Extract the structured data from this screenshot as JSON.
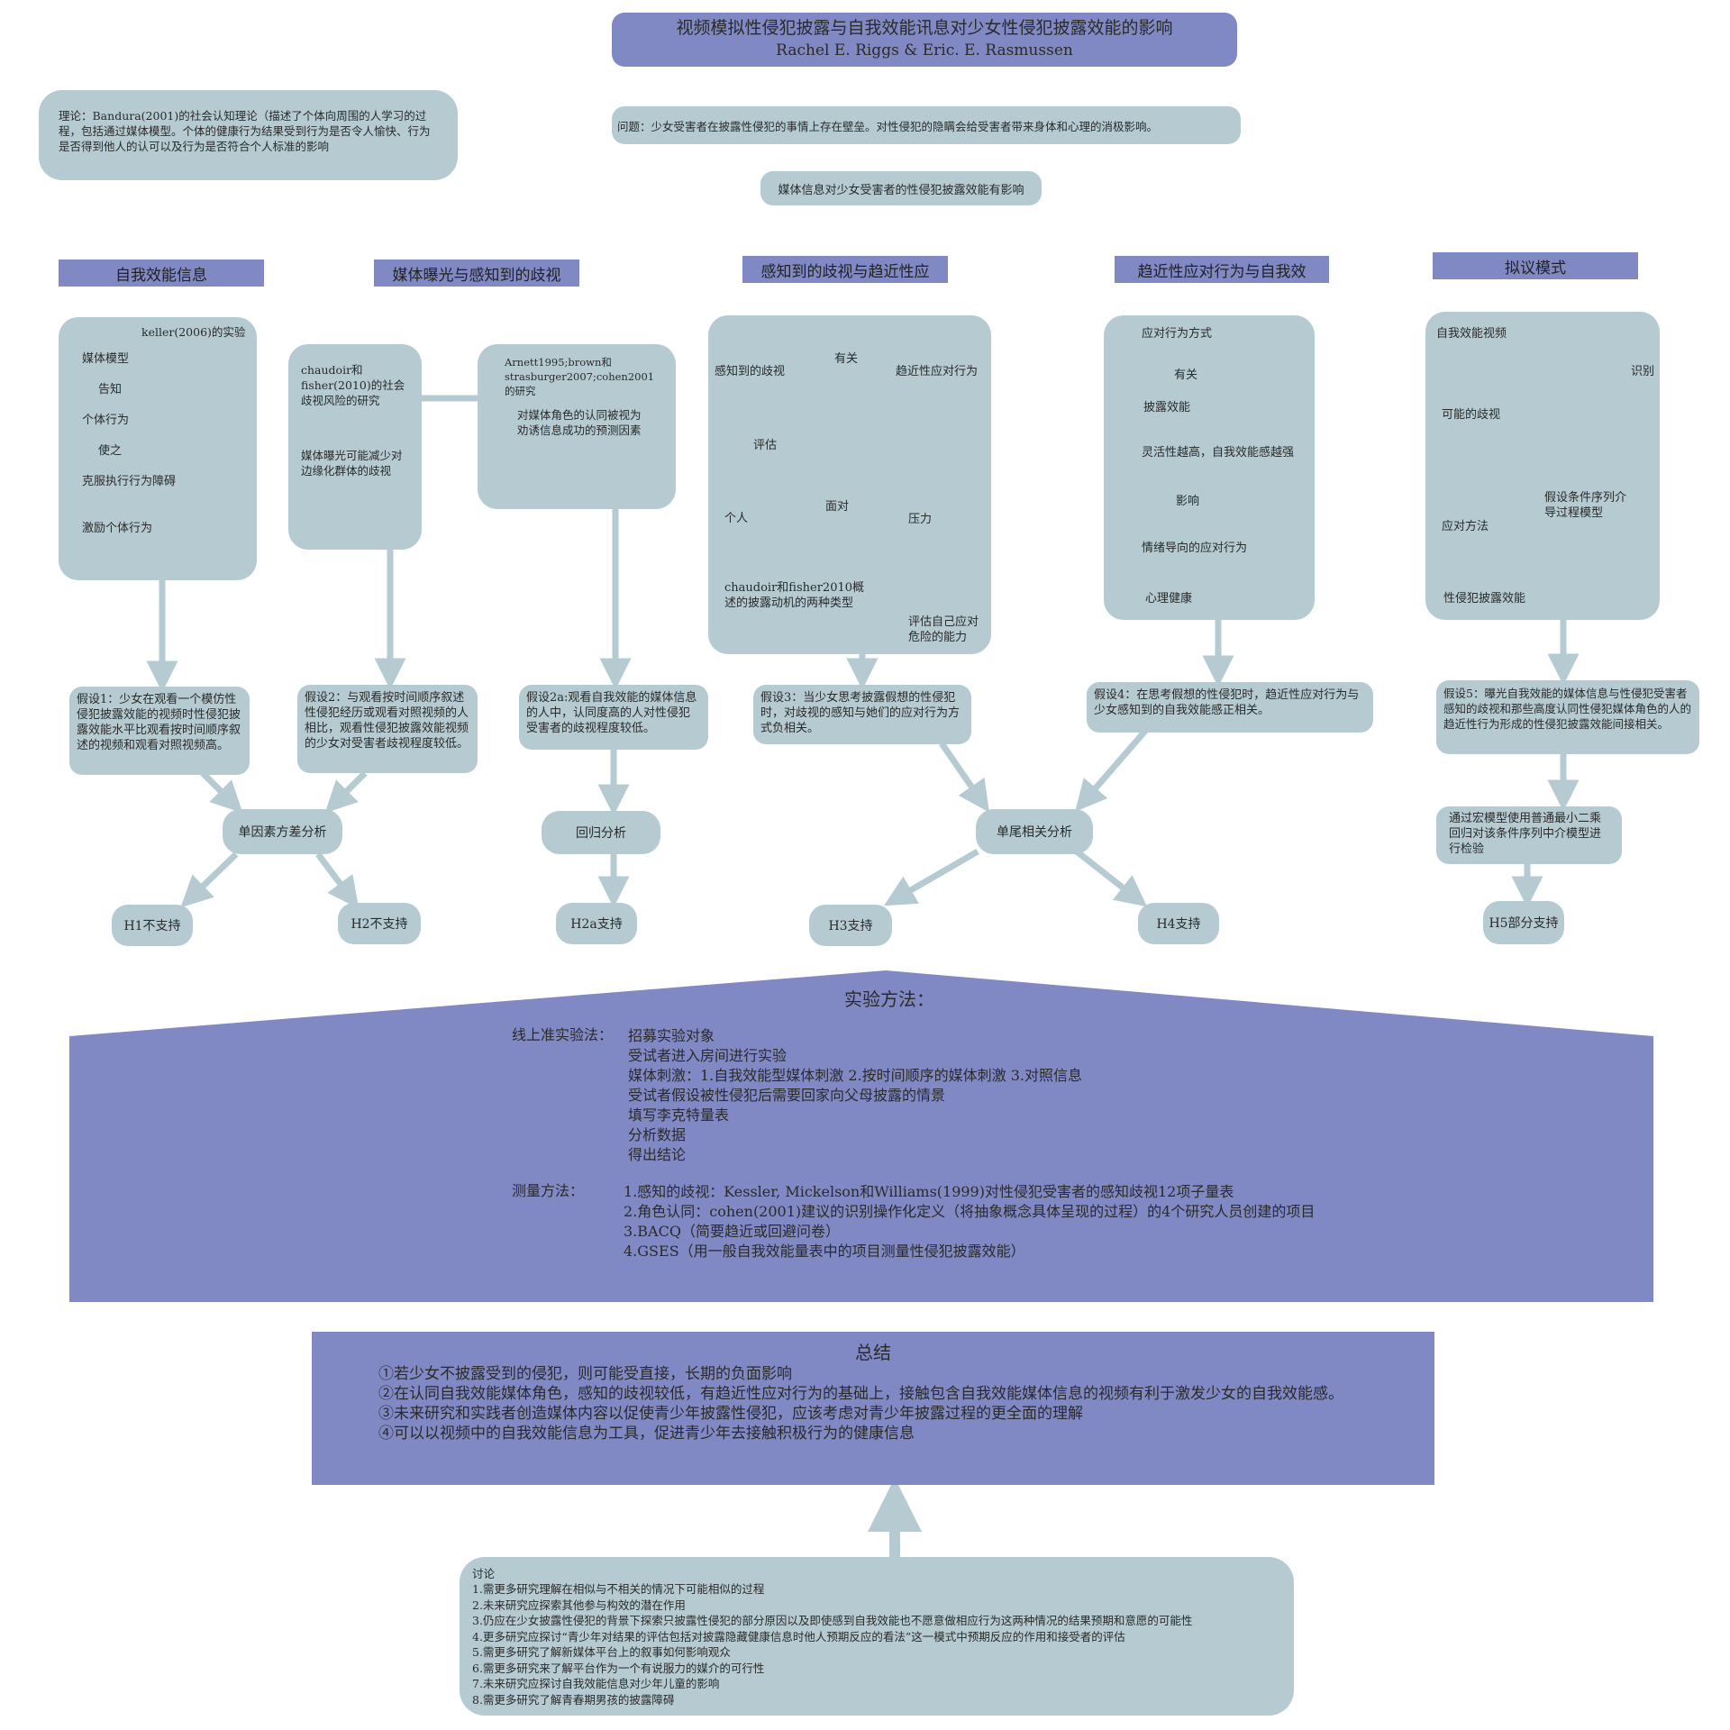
{
  "title": {
    "main": "视频模拟性侵犯披露与自我效能讯息对少女性侵犯披露效能的影响",
    "authors": "Rachel E. Riggs & Eric. E. Rasmussen"
  },
  "theory": "理论：Bandura(2001)的社会认知理论（描述了个体向周围的人学习的过程，包括通过媒体模型。个体的健康行为结果受到行为是否令人愉快、行为是否得到他人的认可以及行为是否符合个人标准的影响",
  "problem": "问题：少女受害者在披露性侵犯的事情上存在壁垒。对性侵犯的隐瞒会给受害者带来身体和心理的消极影响。",
  "central": "媒体信息对少女受害者的性侵犯披露效能有影响",
  "sections": {
    "s1": "自我效能信息",
    "s2": "媒体曝光与感知到的歧视",
    "s3": "感知到的歧视与趋近性应",
    "s4": "趋近性应对行为与自我效",
    "s5": "拟议模式"
  },
  "box1": {
    "source": "keller(2006)的实验",
    "n1": "媒体模型",
    "e1": "告知",
    "n2": "个体行为",
    "e2": "使之",
    "n3": "克服执行行为障碍",
    "n4": "激励个体行为"
  },
  "box2a": {
    "source": "chaudoir和fisher(2010)的社会歧视风险的研究",
    "claim": "媒体曝光可能减少对边缘化群体的歧视"
  },
  "box2b": {
    "source": "Arnett1995;brown和strasburger2007;cohen2001的研究",
    "claim": "对媒体角色的认同被视为劝诱信息成功的预测因素"
  },
  "box3": {
    "perceived": "感知到的歧视",
    "related": "有关",
    "approach": "趋近性应对行为",
    "evaluate": "评估",
    "individual": "个人",
    "face": "面对",
    "pressure": "压力",
    "source": "chaudoir和fisher2010概述的披露动机的两种类型",
    "ability": "评估自己应对危险的能力"
  },
  "box4": {
    "coping": "应对行为方式",
    "related": "有关",
    "efficacy": "披露效能",
    "flex": "灵活性越高，自我效能感越强",
    "influence": "影响",
    "emotion": "情绪导向的应对行为",
    "health": "心理健康"
  },
  "box5": {
    "video": "自我效能视频",
    "identify": "识别",
    "discrimination": "可能的歧视",
    "coping": "应对方法",
    "outcome": "性侵犯披露效能",
    "model": "假设条件序列介导过程模型"
  },
  "hypotheses": {
    "h1": "假设1：少女在观看一个模仿性侵犯披露效能的视频时性侵犯披露效能水平比观看按时间顺序叙述的视频和观看对照视频高。",
    "h2": "假设2：与观看按时间顺序叙述性侵犯经历或观看对照视频的人相比，观看性侵犯披露效能视频的少女对受害者歧视程度较低。",
    "h2a": "假设2a:观看自我效能的媒体信息的人中，认同度高的人对性侵犯受害者的歧视程度较低。",
    "h3": "假设3：当少女思考披露假想的性侵犯时，对歧视的感知与她们的应对行为方式负相关。",
    "h4": "假设4：在思考假想的性侵犯时，趋近性应对行为与少女感知到的自我效能感正相关。",
    "h5": "假设5：曝光自我效能的媒体信息与性侵犯受害者感知的歧视和那些高度认同性侵犯媒体角色的人的趋近性行为形成的性侵犯披露效能间接相关。"
  },
  "analyses": {
    "anova": "单因素方差分析",
    "regression": "回归分析",
    "correlation": "单尾相关分析",
    "macro": "通过宏模型使用普通最小二乘回归对该条件序列中介模型进行检验"
  },
  "results": {
    "h1": "H1不支持",
    "h2": "H2不支持",
    "h2a": "H2a支持",
    "h3": "H3支持",
    "h4": "H4支持",
    "h5": "H5部分支持"
  },
  "method": {
    "title": "实验方法：",
    "online_label": "线上准实验法：",
    "steps": [
      "招募实验对象",
      "受试者进入房间进行实验",
      "媒体刺激：1.自我效能型媒体刺激 2.按时间顺序的媒体刺激 3.对照信息",
      "受试者假设被性侵犯后需要回家向父母披露的情景",
      "填写李克特量表",
      "分析数据",
      "得出结论"
    ],
    "measure_label": "测量方法：",
    "measures": [
      "1.感知的歧视：Kessler, Mickelson和Williams(1999)对性侵犯受害者的感知歧视12项子量表",
      "2.角色认同：cohen(2001)建议的识别操作化定义（将抽象概念具体呈现的过程）的4个研究人员创建的项目",
      "3.BACQ（简要趋近或回避问卷）",
      "4.GSES（用一般自我效能量表中的项目测量性侵犯披露效能）"
    ]
  },
  "summary": {
    "title": "总结",
    "items": [
      "①若少女不披露受到的侵犯，则可能受直接，长期的负面影响",
      "②在认同自我效能媒体角色，感知的歧视较低，有趋近性应对行为的基础上，接触包含自我效能媒体信息的视频有利于激发少女的自我效能感。",
      "③未来研究和实践者创造媒体内容以促使青少年披露性侵犯，应该考虑对青少年披露过程的更全面的理解",
      "④可以以视频中的自我效能信息为工具，促进青少年去接触积极行为的健康信息"
    ]
  },
  "discussion": {
    "title": "讨论",
    "items": [
      "1.需更多研究理解在相似与不相关的情况下可能相似的过程",
      "2.未来研究应探索其他参与构效的潜在作用",
      "3.仍应在少女披露性侵犯的背景下探索只披露性侵犯的部分原因以及即使感到自我效能也不愿意做相应行为这两种情况的结果预期和意愿的可能性",
      "4.更多研究应探讨“青少年对结果的评估包括对披露隐藏健康信息时他人预期反应的看法”这一模式中预期反应的作用和接受者的评估",
      "5.需更多研究了解新媒体平台上的叙事如何影响观众",
      "6.需更多研究来了解平台作为一个有说服力的媒介的可行性",
      "7.未来研究应探讨自我效能信息对少年儿童的影响",
      "8.需更多研究了解青春期男孩的披露障碍"
    ]
  },
  "colors": {
    "purple": "#8189c4",
    "gray_blue": "#b5cbd1"
  }
}
